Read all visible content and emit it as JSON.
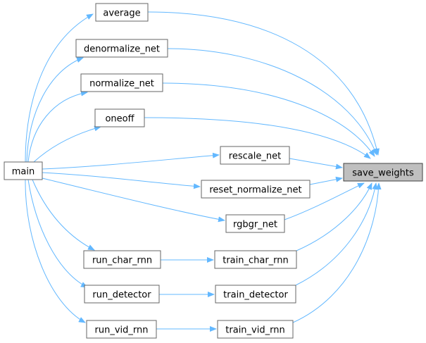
{
  "diagram": {
    "colors": {
      "edge": "#63b8ff",
      "node_border": "#666666",
      "node_fill": "#ffffff",
      "highlight_fill": "#bfbfbf",
      "highlight_border": "#404040"
    },
    "nodes": [
      {
        "id": "average",
        "label": "average"
      },
      {
        "id": "denormalize_net",
        "label": "denormalize_net"
      },
      {
        "id": "normalize_net",
        "label": "normalize_net"
      },
      {
        "id": "oneoff",
        "label": "oneoff"
      },
      {
        "id": "main",
        "label": "main"
      },
      {
        "id": "rescale_net",
        "label": "rescale_net"
      },
      {
        "id": "reset_normalize_net",
        "label": "reset_normalize_net"
      },
      {
        "id": "rgbgr_net",
        "label": "rgbgr_net"
      },
      {
        "id": "run_char_rnn",
        "label": "run_char_rnn"
      },
      {
        "id": "train_char_rnn",
        "label": "train_char_rnn"
      },
      {
        "id": "run_detector",
        "label": "run_detector"
      },
      {
        "id": "train_detector",
        "label": "train_detector"
      },
      {
        "id": "run_vid_rnn",
        "label": "run_vid_rnn"
      },
      {
        "id": "train_vid_rnn",
        "label": "train_vid_rnn"
      },
      {
        "id": "save_weights",
        "label": "save_weights",
        "highlight": true
      }
    ],
    "edges": [
      {
        "from": "average",
        "to": "save_weights"
      },
      {
        "from": "denormalize_net",
        "to": "save_weights"
      },
      {
        "from": "normalize_net",
        "to": "save_weights"
      },
      {
        "from": "oneoff",
        "to": "save_weights"
      },
      {
        "from": "rescale_net",
        "to": "save_weights"
      },
      {
        "from": "reset_normalize_net",
        "to": "save_weights"
      },
      {
        "from": "rgbgr_net",
        "to": "save_weights"
      },
      {
        "from": "train_char_rnn",
        "to": "save_weights"
      },
      {
        "from": "train_detector",
        "to": "save_weights"
      },
      {
        "from": "train_vid_rnn",
        "to": "save_weights"
      },
      {
        "from": "main",
        "to": "average"
      },
      {
        "from": "main",
        "to": "denormalize_net"
      },
      {
        "from": "main",
        "to": "normalize_net"
      },
      {
        "from": "main",
        "to": "oneoff"
      },
      {
        "from": "main",
        "to": "rescale_net"
      },
      {
        "from": "main",
        "to": "reset_normalize_net"
      },
      {
        "from": "main",
        "to": "rgbgr_net"
      },
      {
        "from": "main",
        "to": "run_char_rnn"
      },
      {
        "from": "main",
        "to": "run_detector"
      },
      {
        "from": "main",
        "to": "run_vid_rnn"
      },
      {
        "from": "run_char_rnn",
        "to": "train_char_rnn"
      },
      {
        "from": "run_detector",
        "to": "train_detector"
      },
      {
        "from": "run_vid_rnn",
        "to": "train_vid_rnn"
      }
    ]
  }
}
